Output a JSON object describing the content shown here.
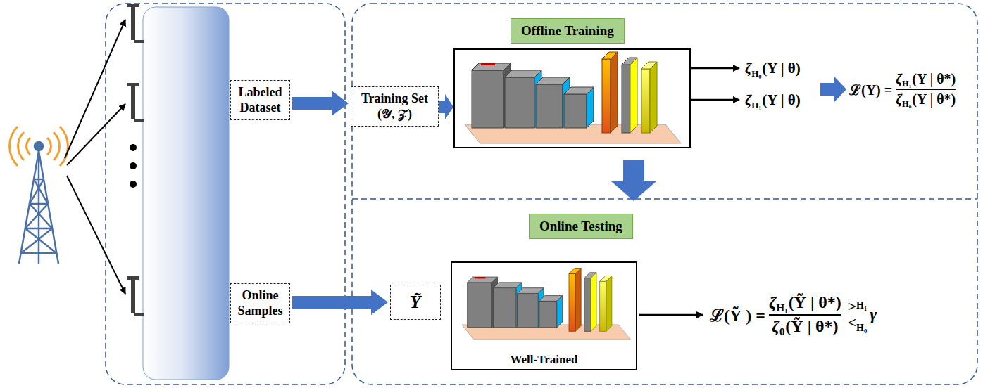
{
  "diagram": {
    "nodes": [
      {
        "text": [
          "Labeled Dataset"
        ]
      },
      {
        "text": [
          "Online Samples"
        ]
      },
      {
        "text": [
          "Offline Training"
        ]
      },
      {
        "text": [
          "Training Set (𝒴, 𝒵)"
        ]
      },
      {
        "text": [
          "Online Testing"
        ]
      },
      {
        "text": [
          "Ỹ"
        ]
      },
      {
        "text": [
          "Well-Trained"
        ]
      }
    ],
    "edges": [
      {
        "from": 0,
        "to": 3,
        "arrow": "to"
      },
      {
        "from": 1,
        "to": 5,
        "arrow": "to"
      }
    ],
    "labels": [
      "ζ",
      "H₀",
      "(Y | θ)",
      "ζ",
      "H₁",
      "(Y | θ)",
      "ℒ(Y) =",
      "ζ",
      "H₁",
      "(Y | θ*)",
      "ζ",
      "H₀",
      "(Y | θ*)",
      "ℒ(Ỹ ) =",
      "ζ",
      "H₁",
      "(Ỹ | θ*)",
      "ζ",
      "0",
      "(Ỹ | θ*)",
      ">",
      "H₁",
      "<",
      "H₀",
      "γ"
    ]
  }
}
